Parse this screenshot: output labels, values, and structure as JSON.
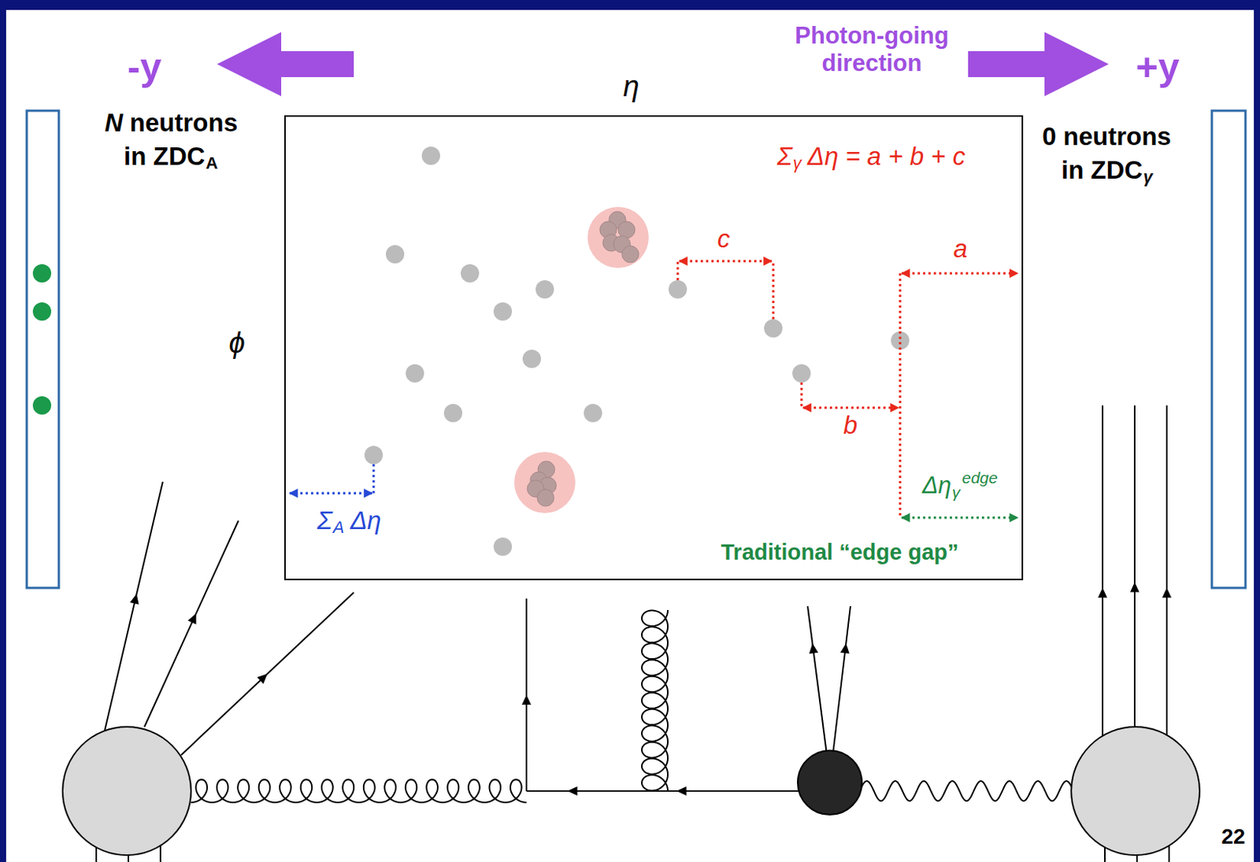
{
  "diagram": {
    "labels": [
      "-y",
      "Photon-going direction",
      "+y",
      "η",
      "N",
      "neutrons",
      "in ZDC",
      "A",
      "0 neutrons",
      "in ZDC",
      "γ",
      "ϕ",
      "Σ",
      "γ",
      "Δη = a + b + c",
      "c",
      "a",
      "b",
      "Δη",
      "γ",
      "edge",
      "Traditional “edge gap”",
      "Σ",
      "A",
      "Δη",
      "22"
    ]
  }
}
